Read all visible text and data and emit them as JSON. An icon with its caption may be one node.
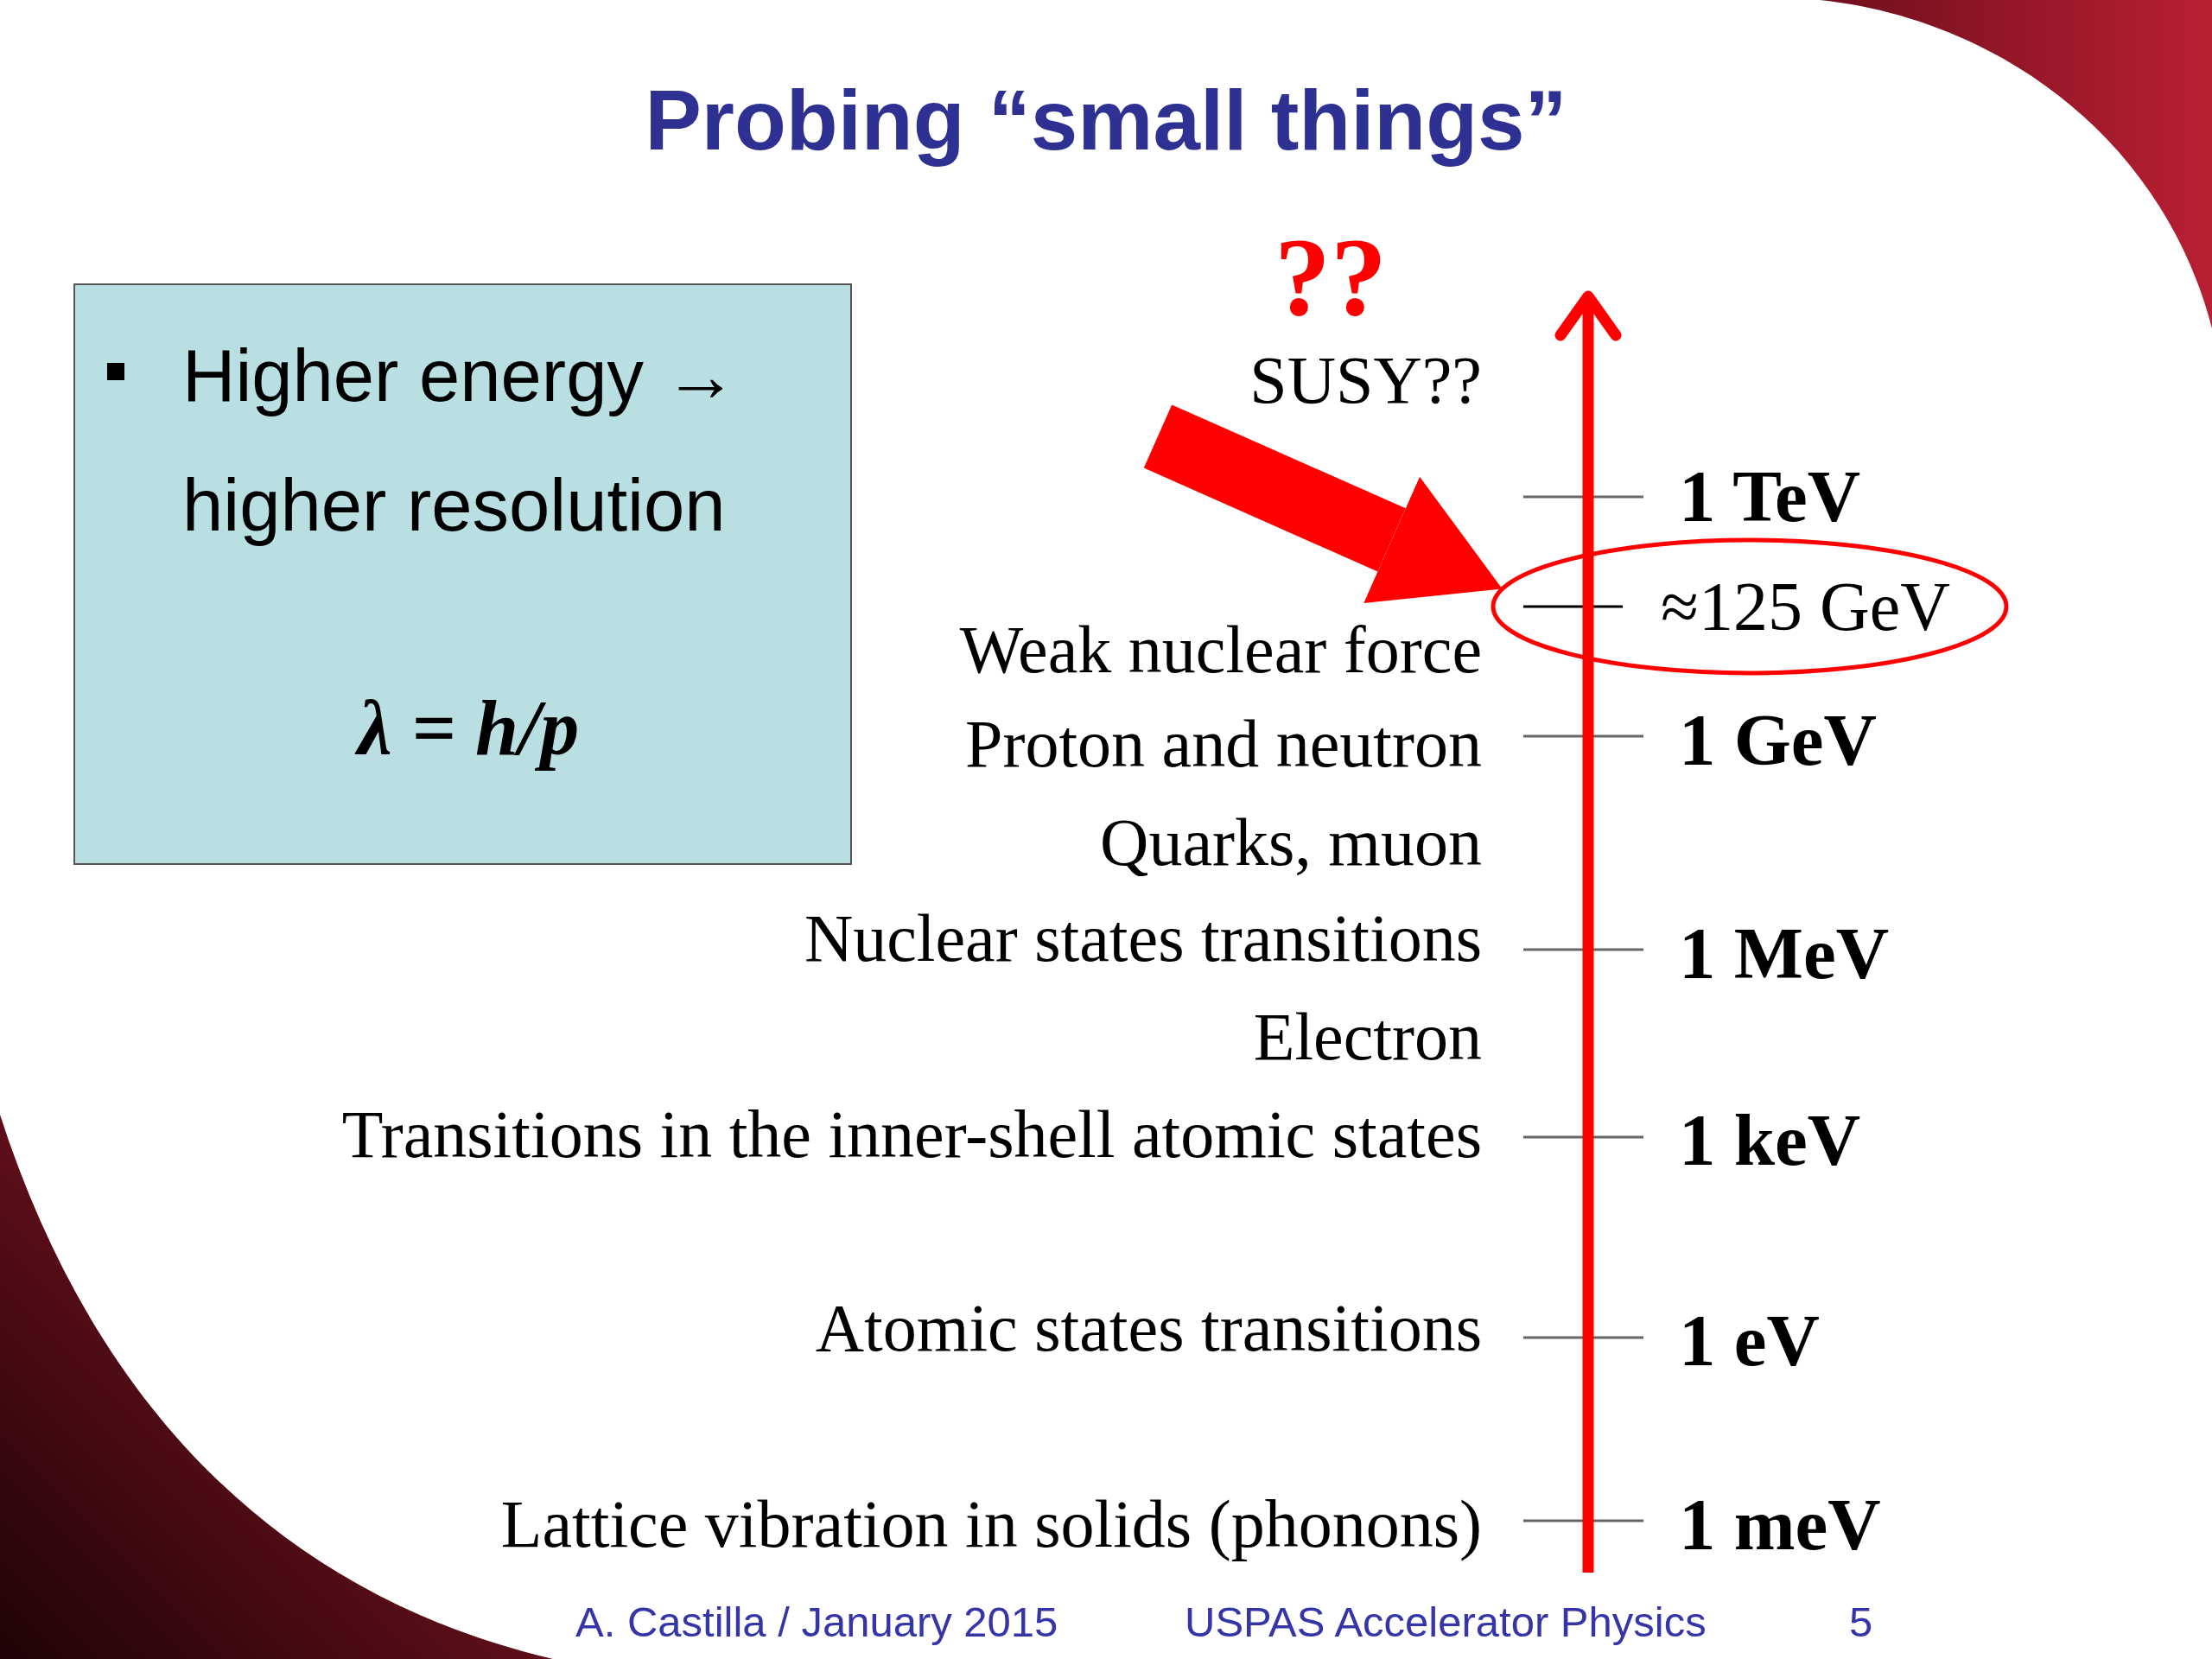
{
  "diagram": {
    "title": "Probing “small things”",
    "nodes": [
      {
        "text": [
          "Higher energy → higher resolution",
          "λ = h/p"
        ]
      },
      {
        "text": [
          "≈125 GeV"
        ]
      }
    ],
    "edges": [
      {
        "from": null,
        "to": 1,
        "arrow": "to",
        "label": "??"
      }
    ],
    "labels": [
      "SUSY??",
      "1 TeV",
      "Weak nuclear force",
      "Proton and neutron",
      "1 GeV",
      "Quarks, muon",
      "Nuclear states transitions",
      "1 MeV",
      "Electron",
      "Transitions in the inner-shell atomic states",
      "1 keV",
      "Atomic states transitions",
      "1 eV",
      "Lattice vibration in solids (phonons)",
      "1 meV",
      "A. Castilla / January 2015",
      "USPAS Accelerator Physics",
      "5"
    ]
  }
}
